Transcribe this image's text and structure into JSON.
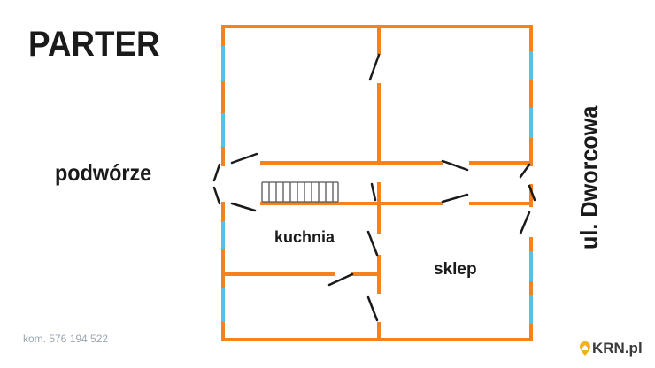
{
  "title": "PARTER",
  "labels": {
    "courtyard": "podwórze",
    "kitchen": "kuchnia",
    "shop": "sklep",
    "street": "ul. Dworcowa"
  },
  "contact": "kom. 576 194 522",
  "logo": {
    "text": "KRN.pl"
  },
  "colors": {
    "wall": "#f5821f",
    "window": "#4fc3e8",
    "door": "#1a1a1a",
    "stairs": "#555555",
    "text": "#1a1a1a",
    "contact": "#9aa6b2"
  }
}
